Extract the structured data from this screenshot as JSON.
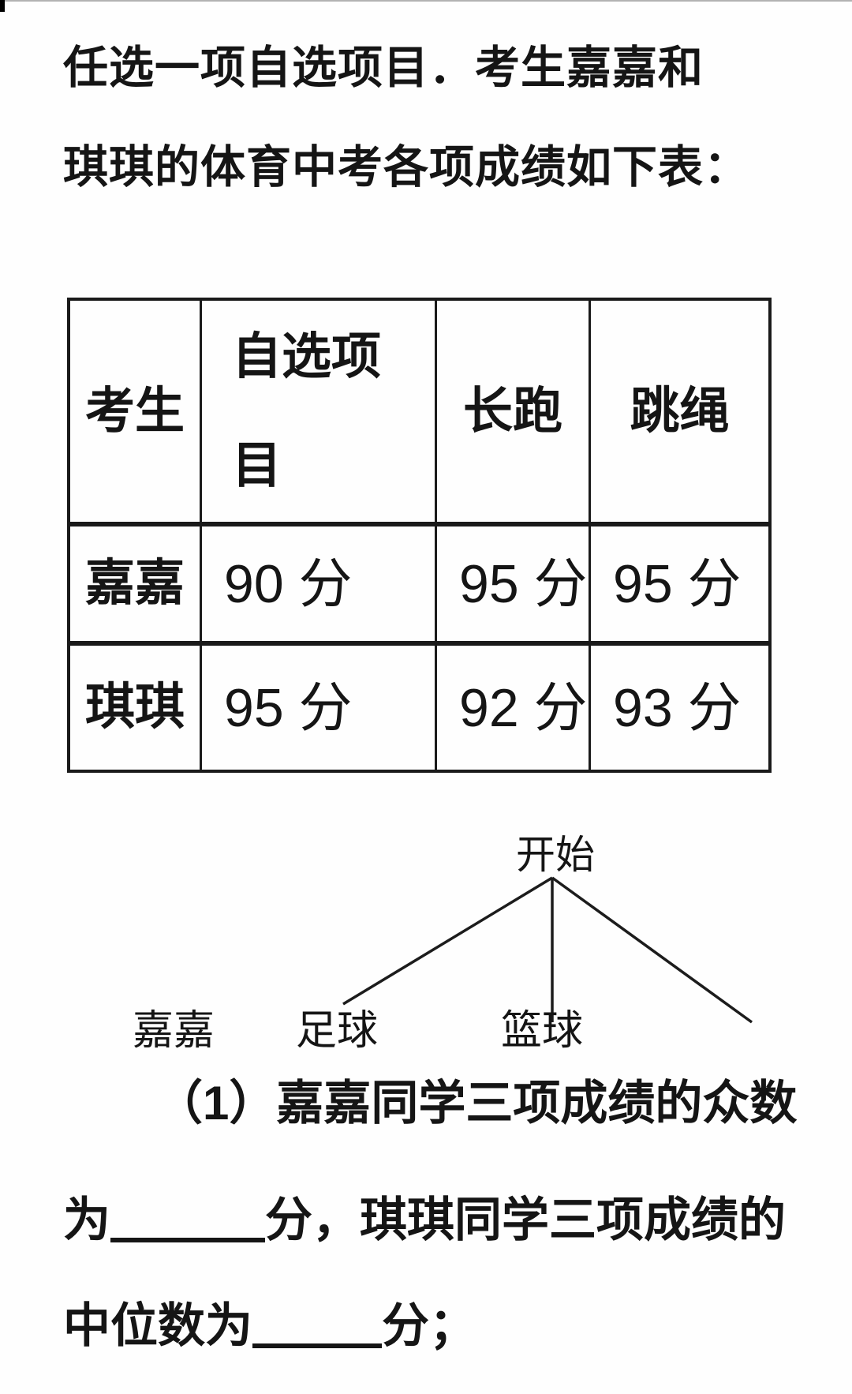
{
  "intro": {
    "line1": "任选一项自选项目．考生嘉嘉和",
    "line2": "琪琪的体育中考各项成绩如下表："
  },
  "table": {
    "headers": [
      "考生",
      "自选项目",
      "长跑",
      "跳绳"
    ],
    "rows": [
      {
        "name": "嘉嘉",
        "optional": "90 分",
        "run": "95 分",
        "rope": "95 分"
      },
      {
        "name": "琪琪",
        "optional": "95 分",
        "run": "92 分",
        "rope": "93 分"
      }
    ]
  },
  "tree": {
    "root": "开始",
    "row_label": "嘉嘉",
    "branch1": "足球",
    "branch2": "篮球"
  },
  "question": {
    "line1": "（1）嘉嘉同学三项成绩的众数",
    "line2_before_blank": "为",
    "line2_after_blank": "分，琪琪同学三项成绩的",
    "line3_before_blank": "中位数为",
    "line3_after_blank": "分；"
  },
  "colors": {
    "ink": "#151515",
    "table_border": "#1a1a1a",
    "background": "#fefefe"
  }
}
